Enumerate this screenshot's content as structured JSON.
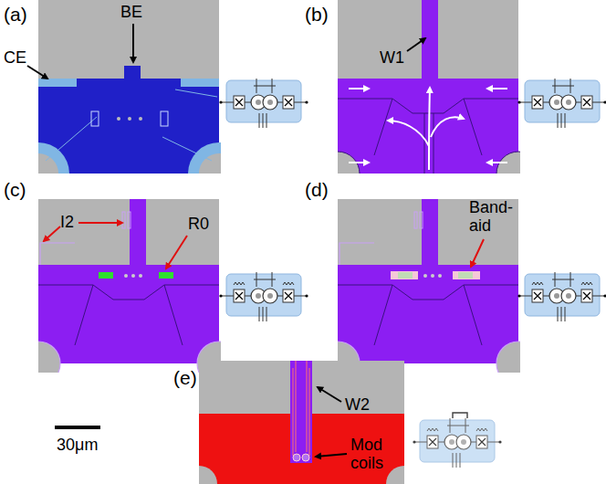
{
  "diagram": {
    "labels": [
      "(a)",
      "BE",
      "CE",
      "(b)",
      "W1",
      "(c)",
      "I2",
      "R0",
      "(d)",
      "Band-aid",
      "(e)",
      "W2",
      "Mod coils",
      "30μm"
    ]
  }
}
